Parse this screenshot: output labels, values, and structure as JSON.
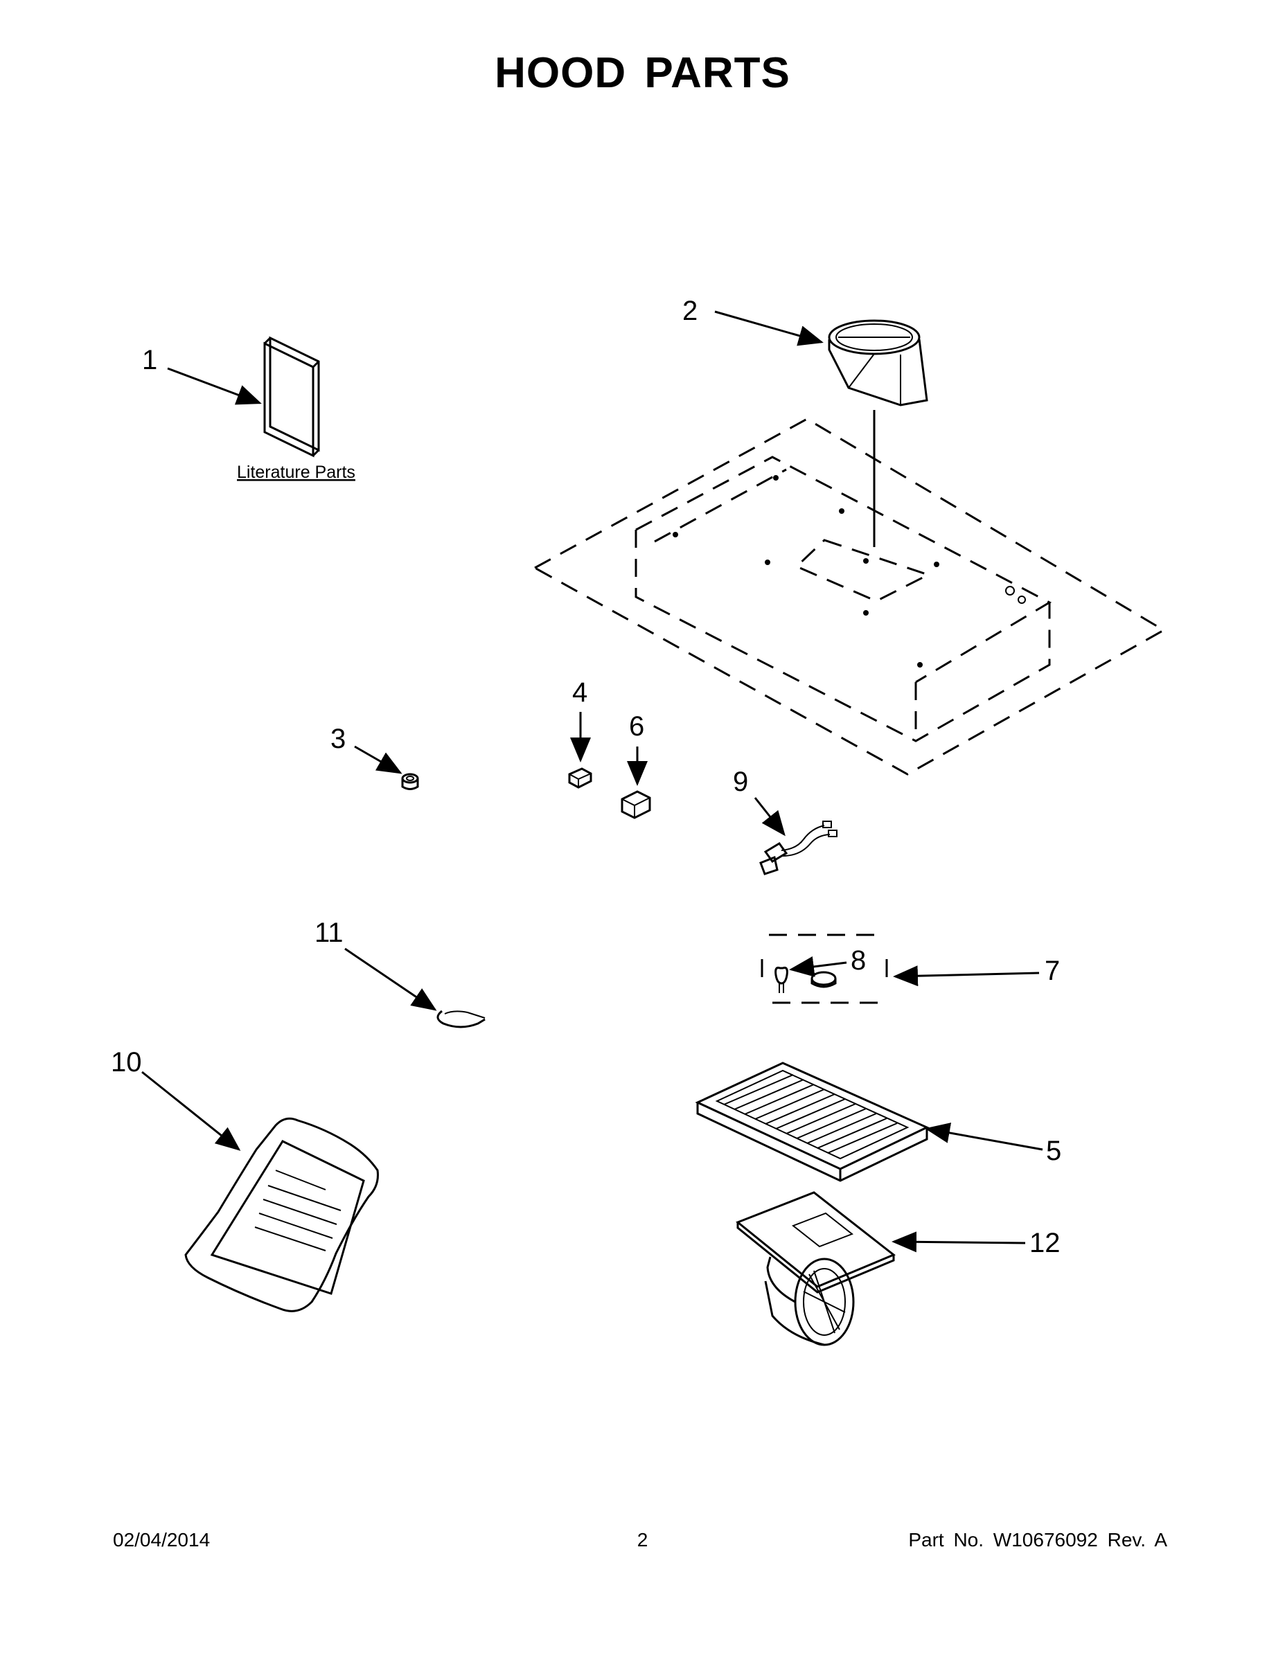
{
  "page": {
    "title": "HOOD PARTS",
    "date": "02/04/2014",
    "page_number": "2",
    "part_no": "Part No.  W10676092  Rev.  A"
  },
  "diagram": {
    "literature_label": "Literature Parts",
    "callouts": [
      {
        "id": "1",
        "text": "1"
      },
      {
        "id": "2",
        "text": "2"
      },
      {
        "id": "3",
        "text": "3"
      },
      {
        "id": "4",
        "text": "4"
      },
      {
        "id": "5",
        "text": "5"
      },
      {
        "id": "6",
        "text": "6"
      },
      {
        "id": "7",
        "text": "7"
      },
      {
        "id": "8",
        "text": "8"
      },
      {
        "id": "9",
        "text": "9"
      },
      {
        "id": "10",
        "text": "10"
      },
      {
        "id": "11",
        "text": "11"
      },
      {
        "id": "12",
        "text": "12"
      }
    ]
  }
}
